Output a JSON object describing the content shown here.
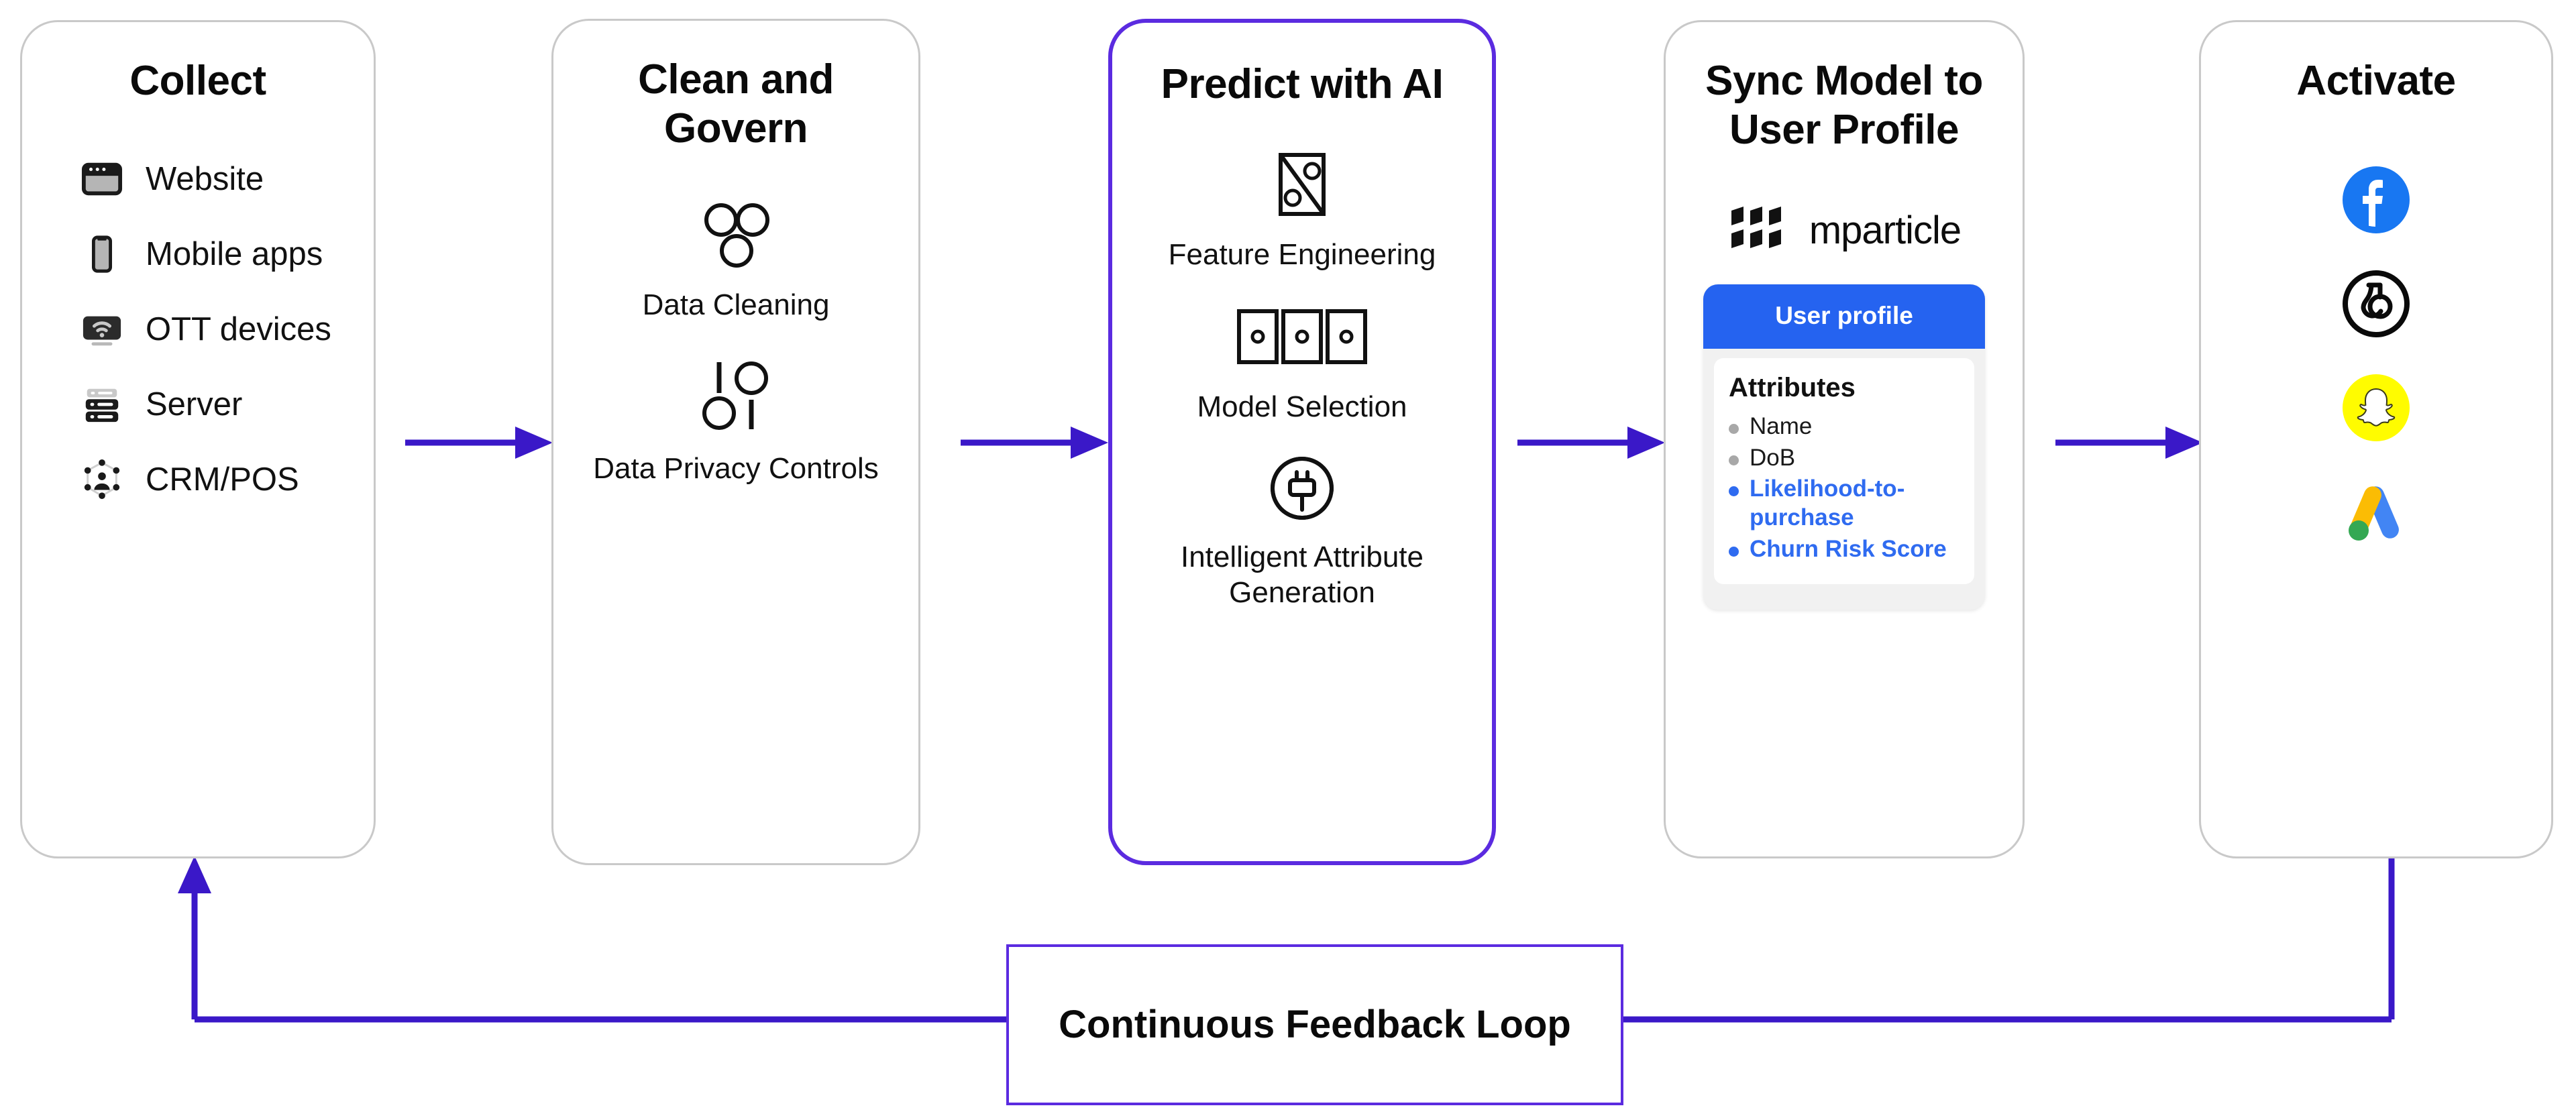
{
  "colors": {
    "accent_purple": "#5b2be0",
    "arrow_purple": "#3a18c8",
    "card_border": "#c9c9c9",
    "profile_header_blue": "#2563f0",
    "profile_attr_blue": "#2f6bf0",
    "facebook_blue": "#1877f2",
    "snapchat_yellow": "#fffc00",
    "google_ads_blue": "#4285f4",
    "google_ads_yellow": "#fbbc04",
    "google_ads_green": "#34a853"
  },
  "stages": [
    {
      "id": "collect",
      "title": "Collect",
      "items": [
        {
          "label": "Website",
          "icon": "browser-window-icon"
        },
        {
          "label": "Mobile apps",
          "icon": "smartphone-icon"
        },
        {
          "label": "OTT devices",
          "icon": "tv-wifi-icon"
        },
        {
          "label": "Server",
          "icon": "server-rack-icon"
        },
        {
          "label": "CRM/POS",
          "icon": "crm-network-icon"
        }
      ]
    },
    {
      "id": "clean-and-govern",
      "title": "Clean and Govern",
      "features": [
        {
          "label": "Data Cleaning",
          "icon": "three-circles-icon"
        },
        {
          "label": "Data Privacy Controls",
          "icon": "toggle-sliders-icon"
        }
      ]
    },
    {
      "id": "predict-with-ai",
      "title": "Predict with AI",
      "highlighted": true,
      "features": [
        {
          "label": "Feature Engineering",
          "icon": "split-square-icon"
        },
        {
          "label": "Model Selection",
          "icon": "three-cards-icon"
        },
        {
          "label": "Intelligent Attribute Generation",
          "icon": "plug-circle-icon"
        }
      ]
    },
    {
      "id": "sync-model-to-user-profile",
      "title": "Sync Model to User Profile",
      "logo": {
        "name": "mparticle-logo",
        "wordmark": "mparticle"
      },
      "profile": {
        "header": "User  profile",
        "section_title": "Attributes",
        "attributes": [
          {
            "label": "Name",
            "highlighted": false
          },
          {
            "label": "DoB",
            "highlighted": false
          },
          {
            "label": "Likelihood-to-purchase",
            "highlighted": true
          },
          {
            "label": "Churn Risk Score",
            "highlighted": true
          }
        ]
      }
    },
    {
      "id": "activate",
      "title": "Activate",
      "brands": [
        {
          "name": "facebook-logo"
        },
        {
          "name": "braze-logo"
        },
        {
          "name": "snapchat-logo"
        },
        {
          "name": "google-ads-logo"
        }
      ]
    }
  ],
  "feedback_loop": {
    "label": "Continuous Feedback Loop"
  }
}
